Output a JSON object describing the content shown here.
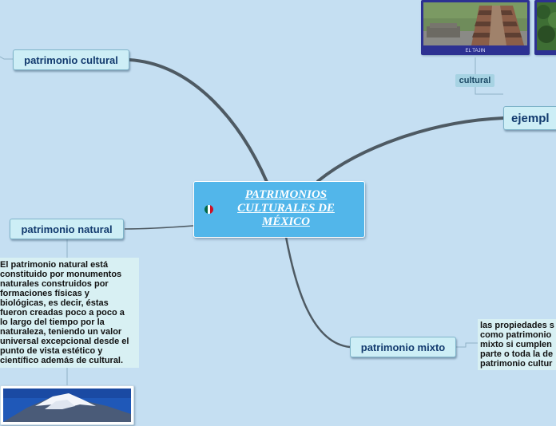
{
  "central": {
    "title": "PATRIMONIOS CULTURALES DE MÉXICO",
    "flag_colors": [
      "#006847",
      "#ffffff",
      "#ce1126"
    ]
  },
  "topics": {
    "cultural": "patrimonio cultural",
    "natural": "patrimonio natural",
    "mixto": "patrimonio mixto",
    "ejemplos": "ejempl"
  },
  "subtopics": {
    "cultural_tag": "cultural"
  },
  "notes": {
    "natural": "El patrimonio natural está\nconstituido por monumentos\nnaturales construidos por\nformaciones físicas y\nbiológicas, es decir, éstas\nfueron creadas poco a poco a\nlo largo del tiempo por la\nnaturaleza, teniendo un valor\nuniversal excepcional desde el\npunto de vista estético y\ncientífico además de cultural.",
    "mixto": "las propiedades s\ncomo patrimonio\nmixto si cumplen\nparte o toda la de\npatrimonio cultur"
  },
  "images": {
    "tajin_caption": "EL TAJIN"
  },
  "colors": {
    "background": "#c5dff2",
    "central_fill": "#52b6ea",
    "topic_fill": "#cdeef6",
    "topic_text": "#123a6e",
    "branch": "#4e5a63",
    "image_frame": "#2d3192"
  }
}
